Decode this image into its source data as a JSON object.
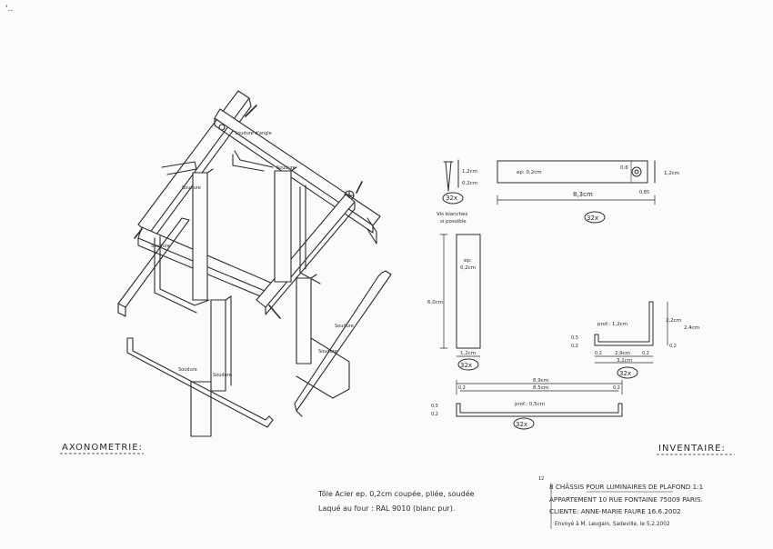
{
  "corner_mark": "'..",
  "axonometry": {
    "title": "AXONOMETRIE:",
    "labels": {
      "weld_corner": "Soudure d'angle",
      "weld": "Soudure"
    }
  },
  "inventory": {
    "title": "INVENTAIRE:",
    "screw": {
      "h1": "1,2cm",
      "h2": "0,2cm",
      "count": "32x",
      "note1": "Vis blanches",
      "note2": "si possible"
    },
    "plate": {
      "thickness": "ep: 0,2cm",
      "hole": "0,6",
      "edge": "0,85",
      "height": "1,2cm",
      "length": "8,3cm",
      "count": "32x"
    },
    "bar": {
      "thickness1": "ep:",
      "thickness2": "0,2cm",
      "length": "6,0cm",
      "width": "1,2cm",
      "count": "32x"
    },
    "channel_small": {
      "depth": "prof.: 1,2cm",
      "inner_h": "2,2cm",
      "outer_h": "2,4cm",
      "w1": "0,5",
      "w2": "0,2",
      "t1": "0,2",
      "inner_w": "2,9cm",
      "t2": "0,2",
      "t3": "0,2",
      "outer_w": "3,1cm",
      "count": "32x"
    },
    "channel_long": {
      "outer_w": "8,9cm",
      "inner_w": "8,5cm",
      "t1": "0,2",
      "t2": "0,2",
      "h1": "0,5",
      "h2": "0,2",
      "depth": "prof.: 0,5cm",
      "count": "32x"
    }
  },
  "material_note": {
    "line1": "Tôle Acier  ep. 0,2cm  coupée, pliée, soudée",
    "line2": "Laqué au four : RAL 9010 (blanc pur)."
  },
  "title_block": {
    "index": "12",
    "line1": "8 CHÂSSIS POUR LUMINAIRES DE PLAFOND   1:1",
    "line2": "APPARTEMENT  10 RUE FONTAINE  75009 PARIS.",
    "line3": "CLIENTE: ANNE-MARIE FAURE      16.6.2002",
    "line4": "Envoyé à M. Leugain, Sadeville, le 5.2.2002"
  }
}
